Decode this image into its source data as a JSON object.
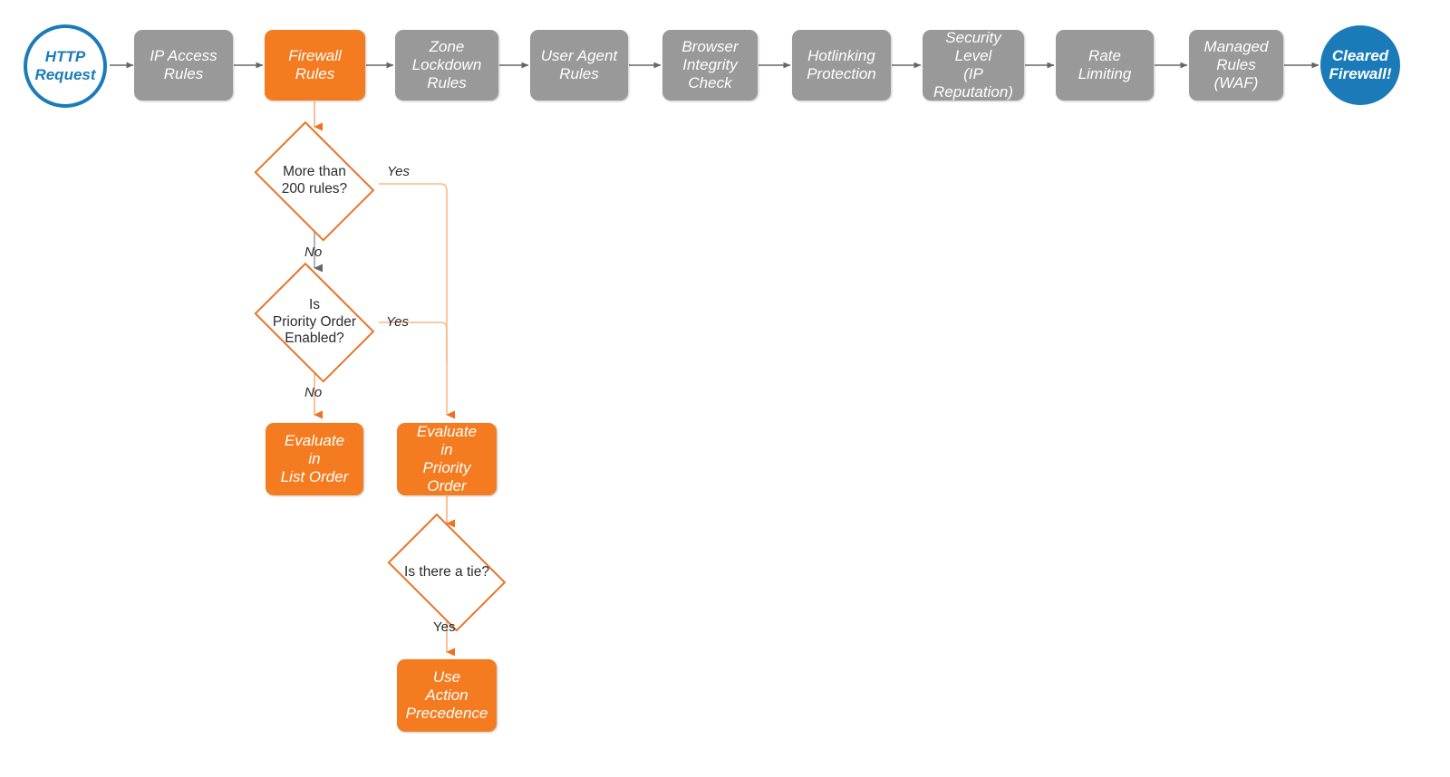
{
  "diagram": {
    "title": "Cloudflare Firewall Rules Evaluation Order",
    "colors": {
      "orange_fill": "#F47B20",
      "orange_stroke": "#E8742A",
      "gray_fill": "#999999",
      "blue": "#1b7bb9",
      "gray_arrow": "#666666",
      "text_dark": "#2b2b2b",
      "background": "#ffffff"
    },
    "pipeline": [
      {
        "id": "http-request",
        "label": "HTTP\nRequest",
        "shape": "circle-outline",
        "color": "blue"
      },
      {
        "id": "ip-access-rules",
        "label": "IP Access\nRules",
        "shape": "box",
        "color": "gray"
      },
      {
        "id": "firewall-rules",
        "label": "Firewall\nRules",
        "shape": "box",
        "color": "orange"
      },
      {
        "id": "zone-lockdown-rules",
        "label": "Zone\nLockdown\nRules",
        "shape": "box",
        "color": "gray"
      },
      {
        "id": "user-agent-rules",
        "label": "User Agent\nRules",
        "shape": "box",
        "color": "gray"
      },
      {
        "id": "browser-integrity-check",
        "label": "Browser\nIntegrity\nCheck",
        "shape": "box",
        "color": "gray"
      },
      {
        "id": "hotlinking-protection",
        "label": "Hotlinking\nProtection",
        "shape": "box",
        "color": "gray"
      },
      {
        "id": "security-level",
        "label": "Security\nLevel\n(IP Reputation)",
        "shape": "box",
        "color": "gray"
      },
      {
        "id": "rate-limiting",
        "label": "Rate\nLimiting",
        "shape": "box",
        "color": "gray"
      },
      {
        "id": "managed-rules-waf",
        "label": "Managed\nRules\n(WAF)",
        "shape": "box",
        "color": "gray"
      },
      {
        "id": "cleared-firewall",
        "label": "Cleared\nFirewall!",
        "shape": "circle-filled",
        "color": "blue"
      }
    ],
    "decisions": [
      {
        "id": "more-than-200-rules",
        "label": "More than\n200 rules?"
      },
      {
        "id": "is-priority-order-enabled",
        "label": "Is\nPriority Order\nEnabled?"
      },
      {
        "id": "is-there-a-tie",
        "label": "Is there a tie?"
      }
    ],
    "outcomes": [
      {
        "id": "evaluate-in-list-order",
        "label": "Evaluate\nin\nList Order"
      },
      {
        "id": "evaluate-in-priority-order",
        "label": "Evaluate\nin\nPriority Order"
      },
      {
        "id": "use-action-precedence",
        "label": "Use\nAction\nPrecedence"
      }
    ],
    "edge_labels": {
      "more_than_200_yes": "Yes",
      "more_than_200_no": "No",
      "priority_order_yes": "Yes",
      "priority_order_no": "No",
      "tie_yes": "Yes"
    }
  }
}
